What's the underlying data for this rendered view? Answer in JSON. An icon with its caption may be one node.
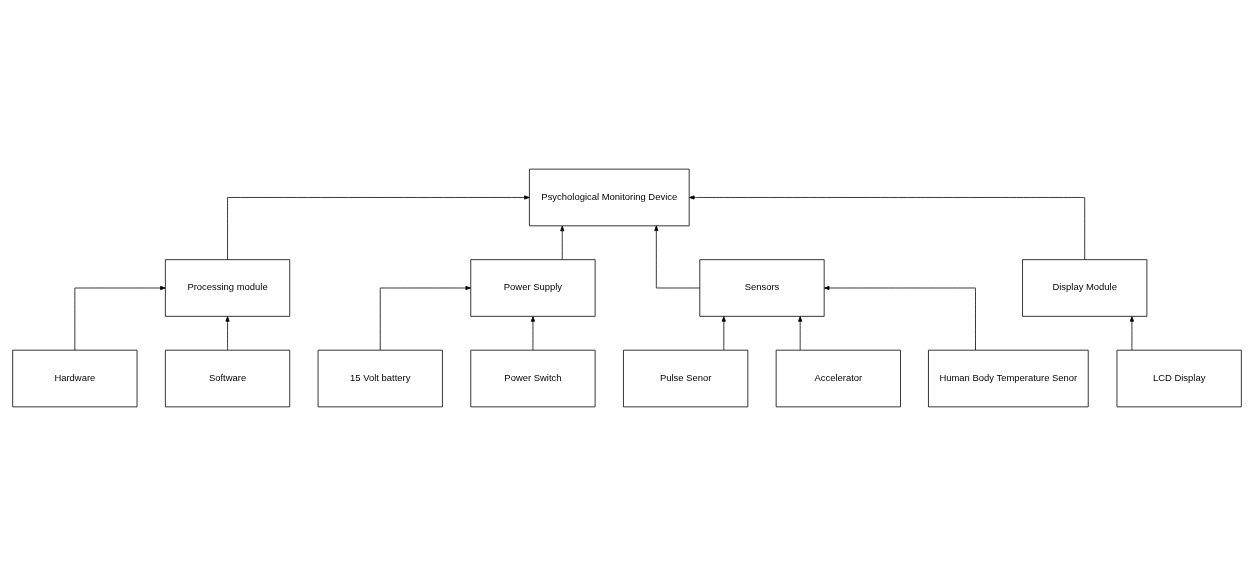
{
  "diagram": {
    "nodes": [
      {
        "text": [
          "Pulse Senor"
        ]
      },
      {
        "text": [
          "Psychological Monitoring Device"
        ]
      },
      {
        "text": [
          "Processing module"
        ]
      },
      {
        "text": [
          "Hardware"
        ]
      },
      {
        "text": [
          "Sensors"
        ]
      },
      {
        "text": [
          "Power Supply"
        ]
      },
      {
        "text": [
          "Display Module"
        ]
      },
      {
        "text": [
          "Software"
        ]
      },
      {
        "text": [
          "Accelerator"
        ]
      },
      {
        "text": [
          "15 Volt battery"
        ]
      },
      {
        "text": [
          "Power Switch"
        ]
      },
      {
        "text": [
          "LCD Display"
        ]
      },
      {
        "text": [
          "Human Body Temperature Senor"
        ]
      }
    ],
    "edges": [
      {
        "from": 0,
        "to": 4,
        "arrow": "to"
      },
      {
        "from": 4,
        "to": 1,
        "arrow": "to"
      },
      {
        "from": 5,
        "to": 1,
        "arrow": "to"
      },
      {
        "from": 6,
        "to": 1,
        "arrow": "to"
      },
      {
        "from": 2,
        "to": 1,
        "arrow": "to"
      },
      {
        "from": 3,
        "to": 2,
        "arrow": "to"
      },
      {
        "from": 7,
        "to": 2,
        "arrow": "to"
      },
      {
        "from": 8,
        "to": 4,
        "arrow": "to"
      },
      {
        "from": 12,
        "to": 4,
        "arrow": "to"
      },
      {
        "from": 9,
        "to": 5,
        "arrow": "to"
      },
      {
        "from": 10,
        "to": 5,
        "arrow": "to"
      },
      {
        "from": 11,
        "to": 6,
        "arrow": "to"
      }
    ]
  }
}
